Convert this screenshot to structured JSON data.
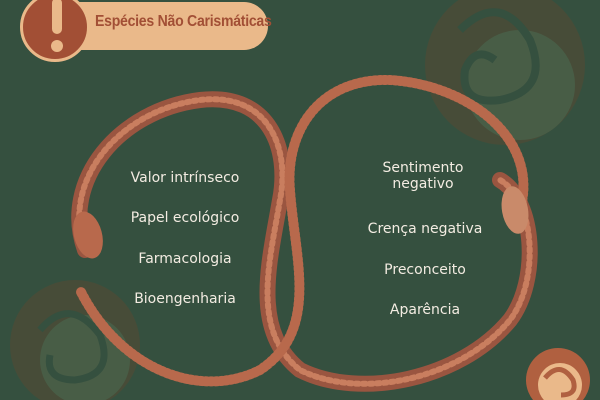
{
  "title": "Espécies Não Carismáticas",
  "left_items": [
    "Valor intrínseco",
    "Papel ecológico",
    "Farmacologia",
    "Bioengenharia"
  ],
  "right_items": [
    "Sentimento negativo",
    "Crença negativa",
    "Preconceito",
    "Aparência"
  ],
  "colors": {
    "background": "#35503f",
    "pill": "#eab98a",
    "accent": "#a24f35",
    "snake": "#b8694c",
    "text": "#f3ece2"
  }
}
